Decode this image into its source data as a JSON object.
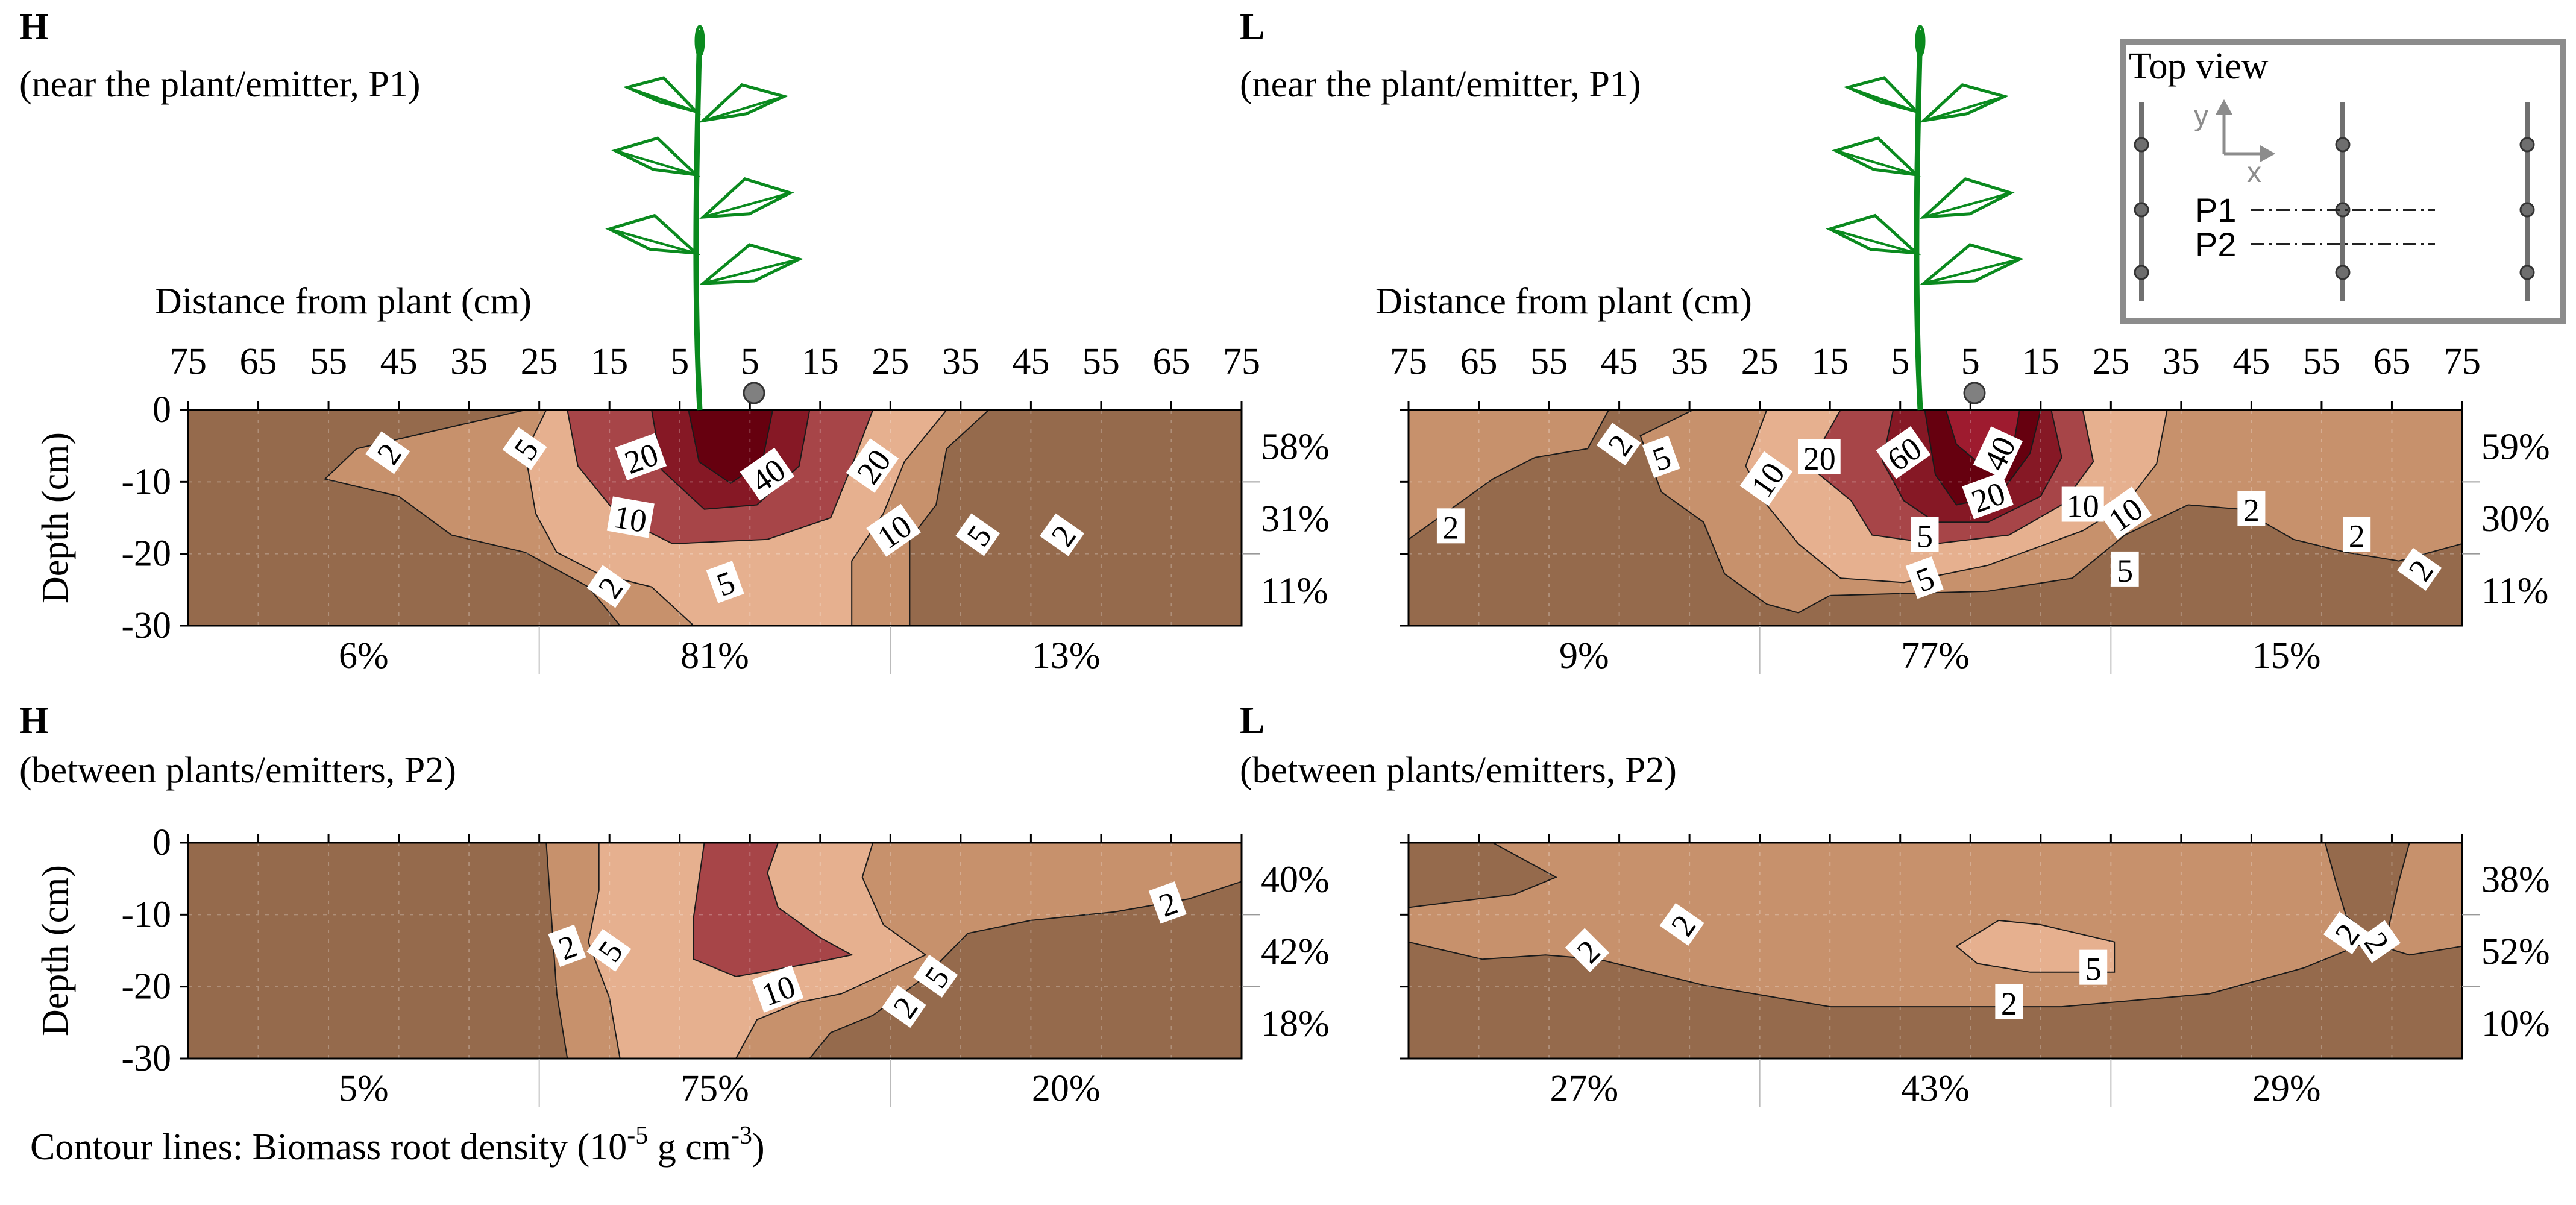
{
  "chart_data": [
    {
      "type": "heatmap",
      "panel_code": "H",
      "subtitle": "(near the plant/emitter, P1)",
      "xlabel": "Distance from plant (cm)",
      "ylabel": "Depth (cm)",
      "x_ticks": [
        "75",
        "65",
        "55",
        "45",
        "35",
        "25",
        "15",
        "5",
        "5",
        "15",
        "25",
        "35",
        "45",
        "55",
        "65",
        "75"
      ],
      "y_ticks": [
        "0",
        "-10",
        "-20",
        "-30"
      ],
      "ylim": [
        -30,
        0
      ],
      "contour_levels": [
        "2",
        "5",
        "10",
        "20",
        "40"
      ],
      "contour_labels": [
        "2",
        "5",
        "20",
        "40",
        "20",
        "10",
        "10",
        "5",
        "2",
        "2",
        "5"
      ],
      "right_percentages": [
        "58%",
        "31%",
        "11%"
      ],
      "bottom_percentages": [
        "6%",
        "81%",
        "13%"
      ],
      "shows_plant": true,
      "shows_emitter": true
    },
    {
      "type": "heatmap",
      "panel_code": "L",
      "subtitle": "(near the plant/emitter, P1)",
      "xlabel": "Distance from plant (cm)",
      "ylabel": "",
      "x_ticks": [
        "75",
        "65",
        "55",
        "45",
        "35",
        "25",
        "15",
        "5",
        "5",
        "15",
        "25",
        "35",
        "45",
        "55",
        "65",
        "75"
      ],
      "y_ticks": [],
      "ylim": [
        -30,
        0
      ],
      "contour_levels": [
        "2",
        "5",
        "10",
        "20",
        "40",
        "60"
      ],
      "contour_labels": [
        "2",
        "2",
        "5",
        "10",
        "20",
        "60",
        "40",
        "20",
        "10",
        "10",
        "5",
        "5",
        "5",
        "2",
        "2",
        "2"
      ],
      "right_percentages": [
        "59%",
        "30%",
        "11%"
      ],
      "bottom_percentages": [
        "9%",
        "77%",
        "15%"
      ],
      "shows_plant": true,
      "shows_emitter": true
    },
    {
      "type": "heatmap",
      "panel_code": "H",
      "subtitle": "(between plants/emitters, P2)",
      "xlabel": "",
      "ylabel": "Depth (cm)",
      "x_ticks": [],
      "y_ticks": [
        "0",
        "-10",
        "-20",
        "-30"
      ],
      "ylim": [
        -30,
        0
      ],
      "contour_levels": [
        "2",
        "5",
        "10"
      ],
      "contour_labels": [
        "2",
        "5",
        "10",
        "2",
        "5",
        "2"
      ],
      "right_percentages": [
        "40%",
        "42%",
        "18%"
      ],
      "bottom_percentages": [
        "5%",
        "75%",
        "20%"
      ],
      "shows_plant": false,
      "shows_emitter": false
    },
    {
      "type": "heatmap",
      "panel_code": "L",
      "subtitle": "(between plants/emitters, P2)",
      "xlabel": "",
      "ylabel": "",
      "x_ticks": [],
      "y_ticks": [],
      "ylim": [
        -30,
        0
      ],
      "contour_levels": [
        "2",
        "5"
      ],
      "contour_labels": [
        "2",
        "2",
        "5",
        "2",
        "2",
        "2"
      ],
      "right_percentages": [
        "38%",
        "52%",
        "10%"
      ],
      "bottom_percentages": [
        "27%",
        "43%",
        "29%"
      ],
      "shows_plant": false,
      "shows_emitter": false
    }
  ],
  "inset": {
    "title": "Top view",
    "axis_x": "x",
    "axis_y": "y",
    "profile_1": "P1",
    "profile_2": "P2"
  },
  "footer": {
    "prefix": "Contour lines: Biomass root density (10",
    "exp1": "-5",
    "middle": " g cm",
    "exp2": "-3",
    "suffix": ")"
  },
  "colors": {
    "c0": "#956a4c",
    "c2": "#c7916c",
    "c5": "#e6b08f",
    "c10": "#a74548",
    "c20": "#861825",
    "c40": "#66000f",
    "c60": "#9e1b2f",
    "plant": "#0a8a1e"
  }
}
